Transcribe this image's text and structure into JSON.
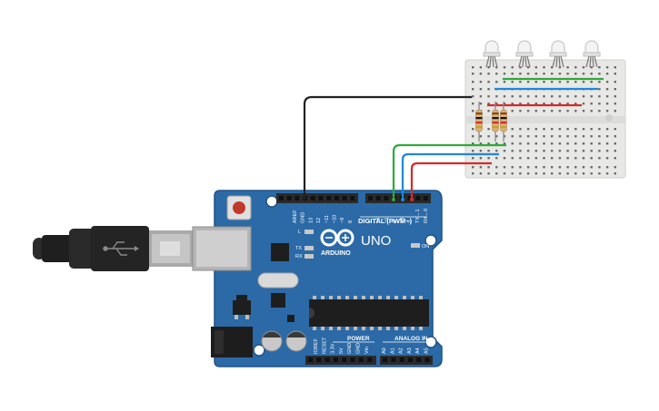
{
  "board": {
    "brand": "ARDUINO",
    "model": "UNO",
    "header_digital": "DIGITAL (PWM~)",
    "header_power": "POWER",
    "header_analog": "ANALOG IN",
    "led_l": "L",
    "led_tx": "TX",
    "led_rx": "RX",
    "led_on": "ON",
    "digital_pins_left": [
      "AREF",
      "GND",
      "13",
      "12",
      "~11",
      "~10",
      "~9",
      "8"
    ],
    "digital_pins_right": [
      "7",
      "~6",
      "~5",
      "4",
      "~3",
      "2",
      "TX→1",
      "RX←0"
    ],
    "power_pins": [
      "IOREF",
      "RESET",
      "3.3V",
      "5V",
      "GND",
      "GND",
      "Vin"
    ],
    "analog_pins": [
      "A0",
      "A1",
      "A2",
      "A3",
      "A4",
      "A5"
    ]
  },
  "wires": {
    "ground": "#222222",
    "green": "#2eaa3a",
    "blue": "#1e88d8",
    "red": "#d42a2a"
  },
  "colors": {
    "board": "#2b6aa7",
    "board_edge": "#1f5389",
    "breadboard": "#e8e8e6",
    "header": "#2a2a2a",
    "chip": "#1e1e1e"
  },
  "breadboard": {
    "leds": 4,
    "resistors": 3
  }
}
